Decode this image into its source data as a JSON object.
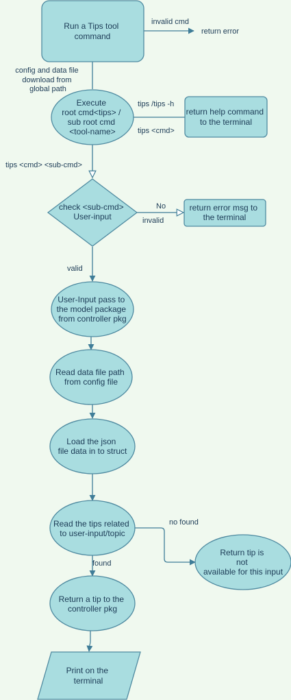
{
  "nodes": {
    "run_tool": {
      "lines": [
        "Run a Tips tool",
        "command"
      ]
    },
    "execute": {
      "lines": [
        "Execute",
        "root cmd<tips> /",
        "sub root cmd",
        "<tool-name>"
      ]
    },
    "help": {
      "lines": [
        "return help command",
        "to the terminal"
      ]
    },
    "check": {
      "lines": [
        "check  <sub-cmd>",
        "User-input"
      ]
    },
    "error_msg": {
      "lines": [
        "return error msg to",
        "the terminal"
      ]
    },
    "user_input": {
      "lines": [
        "User-Input pass to",
        "the model package",
        "from controller pkg"
      ]
    },
    "read_path": {
      "lines": [
        "Read data file path",
        "from config file"
      ]
    },
    "load_json": {
      "lines": [
        "Load the json",
        "file data in to struct"
      ]
    },
    "read_tips": {
      "lines": [
        "Read the tips related",
        "to user-input/topic"
      ]
    },
    "not_available": {
      "lines": [
        "Return tip is",
        "not",
        "available for this input"
      ]
    },
    "return_tip": {
      "lines": [
        "Return a tip to the",
        "controller pkg"
      ]
    },
    "print": {
      "lines": [
        "Print on the",
        "terminal"
      ]
    }
  },
  "edge_labels": {
    "invalid_cmd": "invalid cmd",
    "return_error": "return error",
    "config_download": [
      "config and data file",
      "download from",
      "global path"
    ],
    "tips_help": "tips /tips -h",
    "tips_cmd": "tips <cmd>",
    "tips_cmd_sub": "tips  <cmd> <sub-cmd>",
    "no": "No",
    "invalid": "invalid",
    "valid": "valid",
    "no_found": "no found",
    "found": "found"
  },
  "colors": {
    "background": "#f0f9ef",
    "node_fill": "#a9dde0",
    "node_stroke": "#4f8aa0",
    "edge": "#3f7d98",
    "text": "#1b3a55"
  }
}
